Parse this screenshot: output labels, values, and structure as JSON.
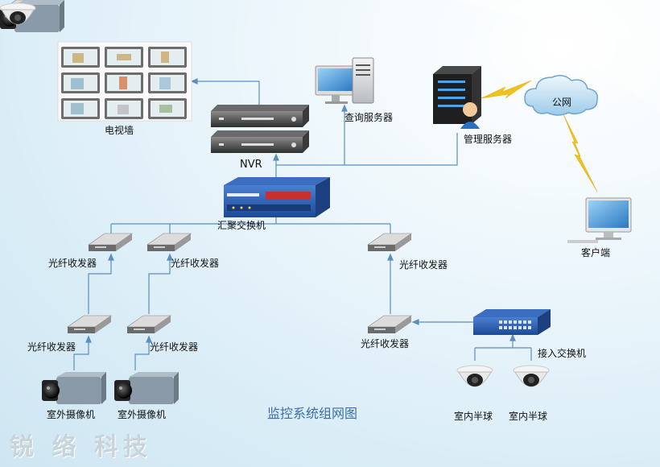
{
  "diagram": {
    "title": "监控系统组网图",
    "labels": {
      "video_wall": "电视墙",
      "nvr": "NVR",
      "query_server": "查询服务器",
      "mgmt_server": "管理服务器",
      "public_net": "公网",
      "client": "客户端",
      "agg_switch": "汇聚交换机",
      "fiber_top_1": "光纤收发器",
      "fiber_top_2": "光纤收发器",
      "fiber_top_3": "光纤收发器",
      "fiber_bot_1": "光纤收发器",
      "fiber_bot_2": "光纤收发器",
      "fiber_bot_3": "光纤收发器",
      "access_switch": "接入交换机",
      "camera_1": "室外摄像机",
      "camera_2": "室外摄像机",
      "dome_1": "室内半球",
      "dome_2": "室内半球"
    },
    "colors": {
      "line": "#5a8fbf",
      "lightning": "#f2c21a",
      "switch_blue": "#2b5fb0",
      "switch_red": "#c8302e"
    }
  },
  "brand": {
    "text": "锐 络 科技"
  }
}
